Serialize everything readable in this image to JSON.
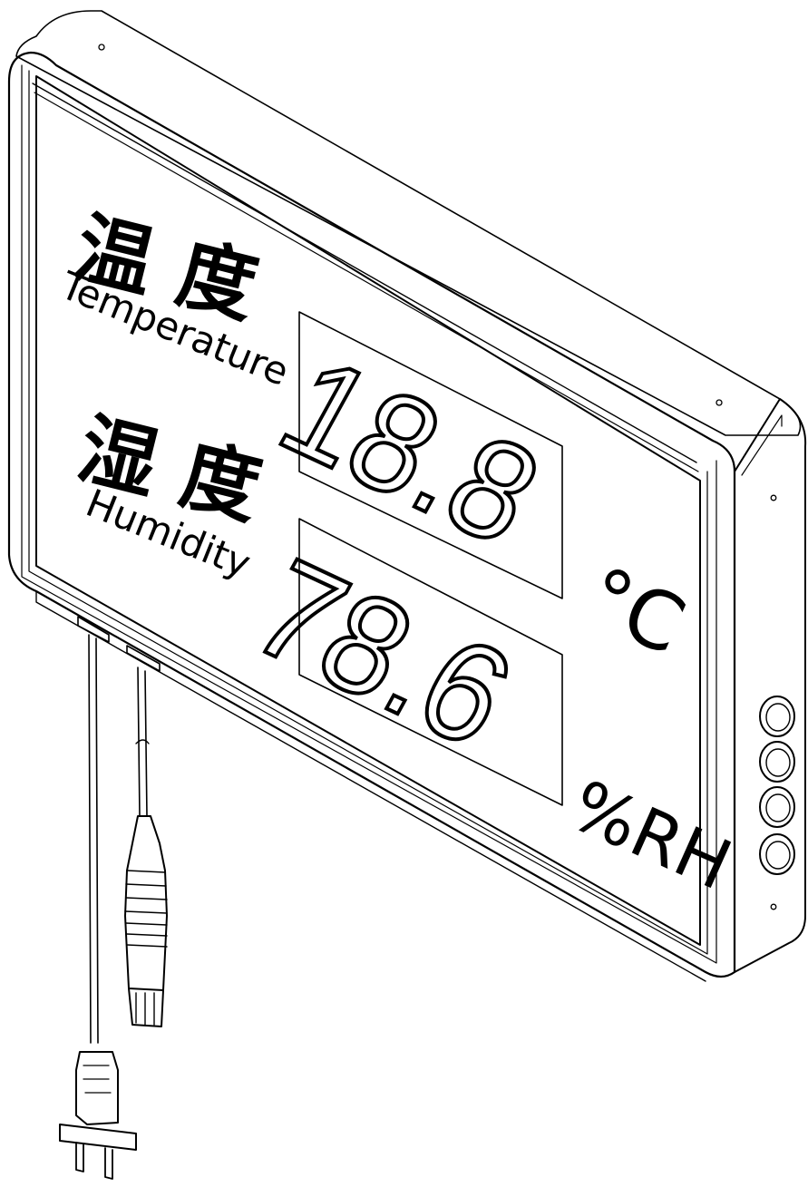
{
  "panel": {
    "temp_cn": "温 度",
    "temp_en": "Temperature",
    "hum_cn": "湿 度",
    "hum_en": "Humidity",
    "temp_value": "18.8",
    "temp_unit": "°C",
    "hum_value": "78.6",
    "hum_unit": "%RH"
  },
  "device": {
    "side_buttons": 4,
    "line_color": "#000000",
    "background": "#ffffff"
  }
}
